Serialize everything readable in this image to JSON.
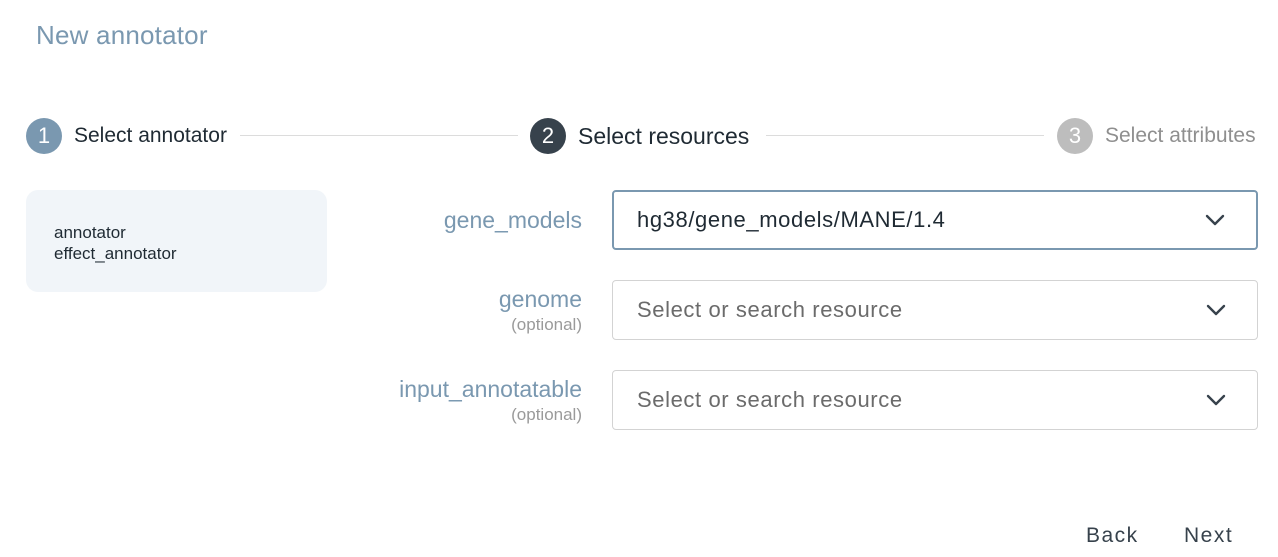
{
  "title": "New annotator",
  "stepper": {
    "steps": [
      {
        "number": "1",
        "label": "Select annotator"
      },
      {
        "number": "2",
        "label": "Select resources"
      },
      {
        "number": "3",
        "label": "Select attributes"
      }
    ]
  },
  "annotator_card": {
    "line1": "annotator",
    "line2": "effect_annotator"
  },
  "resources": [
    {
      "name": "gene_models",
      "optional_label": "",
      "value": "hg38/gene_models/MANE/1.4",
      "placeholder": ""
    },
    {
      "name": "genome",
      "optional_label": "(optional)",
      "value": "",
      "placeholder": "Select or search resource"
    },
    {
      "name": "input_annotatable",
      "optional_label": "(optional)",
      "value": "",
      "placeholder": "Select or search resource"
    }
  ],
  "footer": {
    "back_label": "Back",
    "next_label": "Next"
  },
  "colors": {
    "accent": "#7a98b0",
    "active_step": "#37424c",
    "inactive_step": "#bdbdbd",
    "card_bg": "#f1f5f9"
  }
}
